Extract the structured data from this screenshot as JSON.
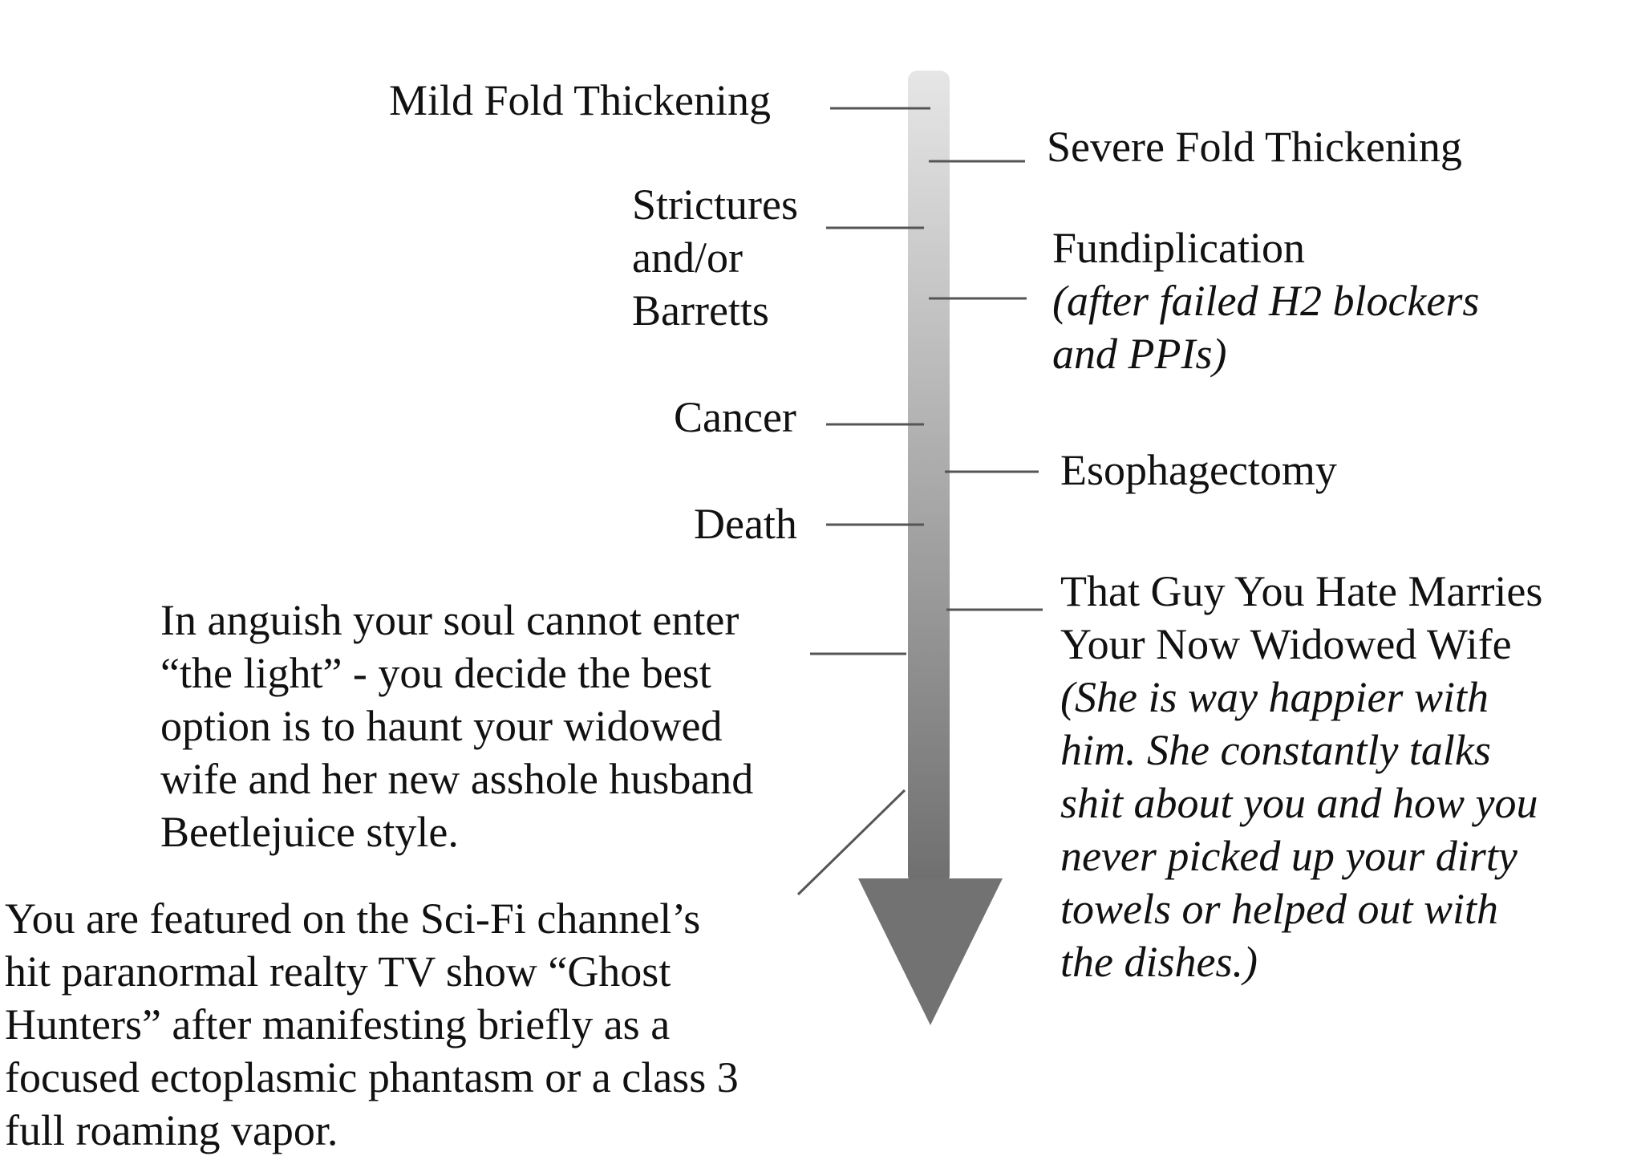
{
  "colors": {
    "arrow_top": "#e6e6e6",
    "arrow_bottom": "#6f6f6f",
    "leader": "#555555",
    "text": "#111111"
  },
  "left": {
    "mild_fold": "Mild Fold Thickening",
    "strictures": [
      "Strictures",
      "and/or",
      "Barretts"
    ],
    "cancer": "Cancer",
    "death": "Death",
    "anguish": [
      "In anguish your soul cannot enter",
      "“the light” - you decide the best",
      "option is to haunt your widowed",
      "wife and her new asshole husband",
      "Beetlejuice style."
    ],
    "ghost_hunters": [
      "You are featured on the Sci-Fi channel’s",
      "hit paranormal realty TV show “Ghost",
      "Hunters” after manifesting briefly as a",
      "focused ectoplasmic phantasm or a class 3",
      "full roaming vapor."
    ]
  },
  "right": {
    "severe_fold": "Severe Fold Thickening",
    "fundiplication": {
      "title": "Fundiplication",
      "note": [
        "(after failed H2 blockers",
        "and PPIs)"
      ]
    },
    "esophagectomy": "Esophagectomy",
    "that_guy": {
      "title": [
        "That Guy You Hate Marries",
        "Your Now Widowed Wife"
      ],
      "note": [
        "(She is way happier with",
        "him. She constantly talks",
        "shit about you and how you",
        "never picked up your dirty",
        "towels or helped out with",
        "the dishes.)"
      ]
    }
  }
}
